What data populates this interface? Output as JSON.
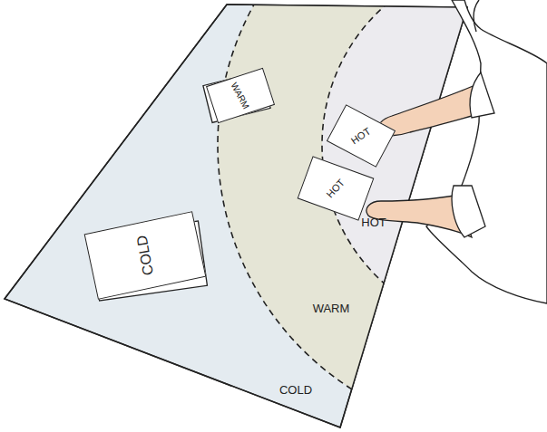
{
  "diagram": {
    "nodes": [
      {
        "text": [
          "WARM"
        ]
      },
      {
        "text": [
          "HOT"
        ]
      },
      {
        "text": [
          "HOT"
        ]
      },
      {
        "text": [
          "COLD"
        ]
      }
    ],
    "labels": [
      "HOT",
      "WARM",
      "COLD"
    ]
  }
}
